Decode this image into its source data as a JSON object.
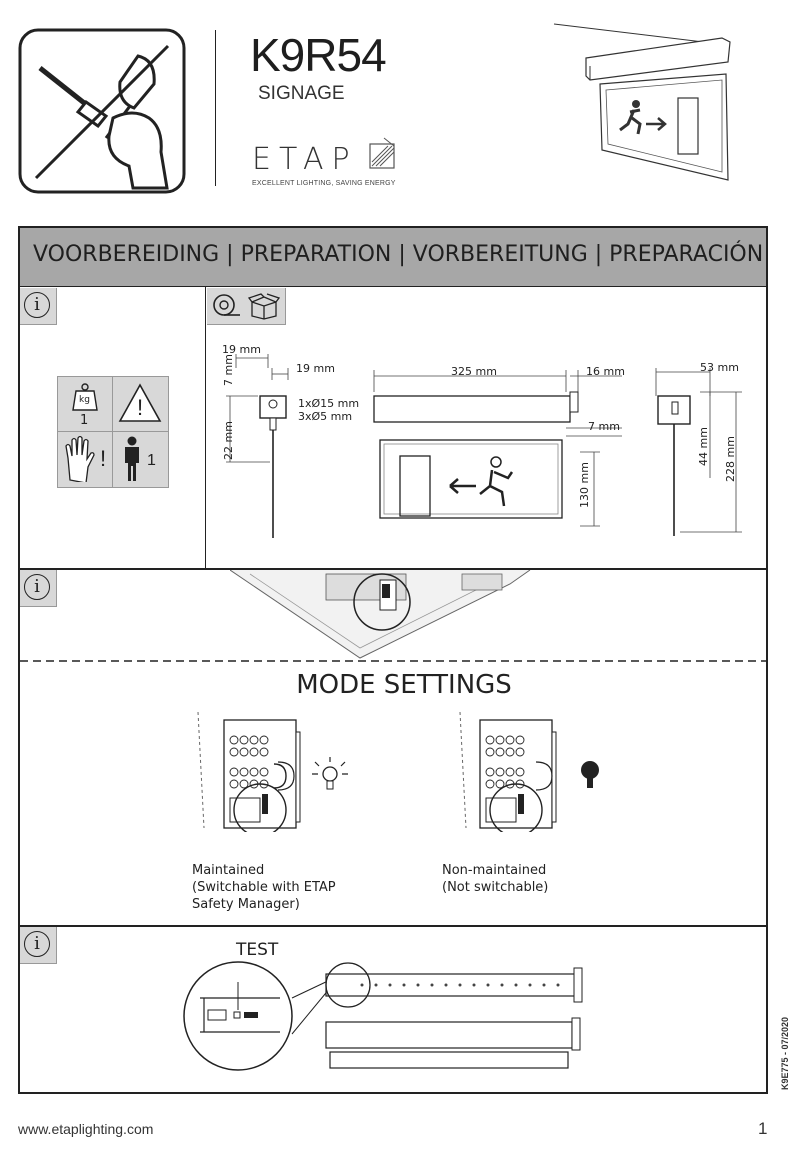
{
  "header": {
    "model": "K9R54",
    "subtitle": "SIGNAGE",
    "brand": "ETAP",
    "tagline": "EXCELLENT LIGHTING, SAVING ENERGY"
  },
  "preparation": {
    "banner": "VOORBEREIDING | PREPARATION | VORBEREITUNG | PREPARACIÓN",
    "info_glyph": "i",
    "weight_unit": "kg",
    "weight_count": "1",
    "persons_count": "1",
    "caution_mark": "!"
  },
  "dimensions": {
    "d19a": "19 mm",
    "d19b": "19 mm",
    "d7a": "7 mm",
    "d22": "22 mm",
    "holes1": "1xØ15 mm",
    "holes2": "3xØ5 mm",
    "d325": "325 mm",
    "d16": "16 mm",
    "d7b": "7 mm",
    "d130": "130 mm",
    "d53": "53 mm",
    "d44": "44 mm",
    "d228": "228 mm"
  },
  "mode": {
    "title": "MODE SETTINGS",
    "maintained": [
      "Maintained",
      "(Switchable with ETAP",
      "Safety Manager)"
    ],
    "non_maintained": [
      "Non-maintained",
      "(Not switchable)"
    ]
  },
  "test": {
    "label": "TEST"
  },
  "footer": {
    "url": "www.etaplighting.com",
    "page": "1",
    "doc_id": "K9E775 - 07/2020"
  },
  "icons": [
    "no-tools-icon",
    "weight-icon",
    "warning-icon",
    "gloves-icon",
    "person-icon",
    "tape-measure-icon",
    "box-icon",
    "info-icon",
    "lightbulb-on-icon",
    "lightbulb-off-icon",
    "exit-sign-icon"
  ]
}
